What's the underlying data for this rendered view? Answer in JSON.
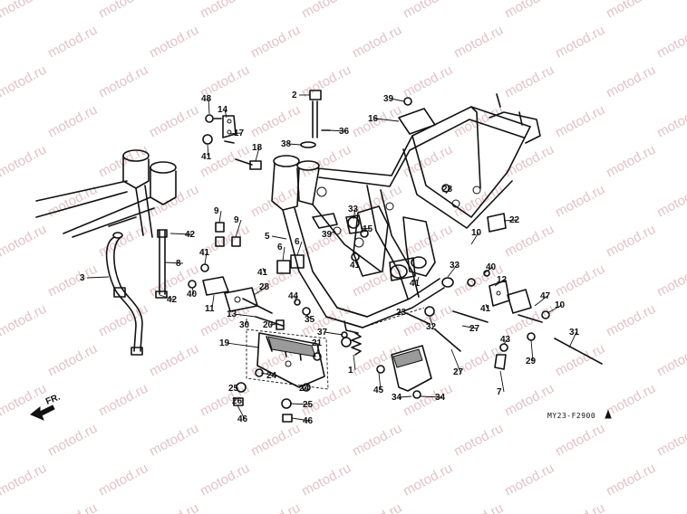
{
  "watermark": {
    "text": "motod.ru"
  },
  "drawing_code": "MY23-F2900",
  "drawing_code_suffix": "A",
  "direction": {
    "label": "FR."
  },
  "callouts": [
    {
      "id": "c48",
      "label": "48"
    },
    {
      "id": "c14",
      "label": "14"
    },
    {
      "id": "c17",
      "label": "17"
    },
    {
      "id": "c41a",
      "label": "41"
    },
    {
      "id": "c18",
      "label": "18"
    },
    {
      "id": "c2",
      "label": "2"
    },
    {
      "id": "c38",
      "label": "38"
    },
    {
      "id": "c36",
      "label": "36"
    },
    {
      "id": "c39",
      "label": "39"
    },
    {
      "id": "c16",
      "label": "16"
    },
    {
      "id": "c28a",
      "label": "28"
    },
    {
      "id": "c33a",
      "label": "33"
    },
    {
      "id": "c15",
      "label": "15"
    },
    {
      "id": "c22",
      "label": "22"
    },
    {
      "id": "c9a",
      "label": "9"
    },
    {
      "id": "c9b",
      "label": "9"
    },
    {
      "id": "c5",
      "label": "5"
    },
    {
      "id": "c6a",
      "label": "6"
    },
    {
      "id": "c6b",
      "label": "6"
    },
    {
      "id": "c39b",
      "label": "39"
    },
    {
      "id": "c41b",
      "label": "41"
    },
    {
      "id": "c10a",
      "label": "10"
    },
    {
      "id": "c40a",
      "label": "40"
    },
    {
      "id": "c33b",
      "label": "33"
    },
    {
      "id": "c12",
      "label": "12"
    },
    {
      "id": "c41c",
      "label": "41"
    },
    {
      "id": "c42a",
      "label": "42"
    },
    {
      "id": "c8",
      "label": "8"
    },
    {
      "id": "c41d",
      "label": "41"
    },
    {
      "id": "c3",
      "label": "3"
    },
    {
      "id": "c40b",
      "label": "40"
    },
    {
      "id": "c11",
      "label": "11"
    },
    {
      "id": "c42b",
      "label": "42"
    },
    {
      "id": "c41e",
      "label": "41"
    },
    {
      "id": "c28b",
      "label": "28"
    },
    {
      "id": "c44",
      "label": "44"
    },
    {
      "id": "c13",
      "label": "13"
    },
    {
      "id": "c35",
      "label": "35"
    },
    {
      "id": "c30",
      "label": "30"
    },
    {
      "id": "c20",
      "label": "20"
    },
    {
      "id": "c23",
      "label": "23"
    },
    {
      "id": "c32",
      "label": "32"
    },
    {
      "id": "c41f",
      "label": "41"
    },
    {
      "id": "c47",
      "label": "47"
    },
    {
      "id": "c10b",
      "label": "10"
    },
    {
      "id": "c27a",
      "label": "27"
    },
    {
      "id": "c37",
      "label": "37"
    },
    {
      "id": "c19",
      "label": "19"
    },
    {
      "id": "c21",
      "label": "21"
    },
    {
      "id": "c31",
      "label": "31"
    },
    {
      "id": "c24a",
      "label": "24"
    },
    {
      "id": "c1",
      "label": "1"
    },
    {
      "id": "c43",
      "label": "43"
    },
    {
      "id": "c29",
      "label": "29"
    },
    {
      "id": "c27b",
      "label": "27"
    },
    {
      "id": "c24b",
      "label": "24"
    },
    {
      "id": "c25a",
      "label": "25"
    },
    {
      "id": "c45",
      "label": "45"
    },
    {
      "id": "c7",
      "label": "7"
    },
    {
      "id": "c26",
      "label": "26"
    },
    {
      "id": "c34a",
      "label": "34"
    },
    {
      "id": "c34b",
      "label": "34"
    },
    {
      "id": "c25b",
      "label": "25"
    },
    {
      "id": "c46a",
      "label": "46"
    },
    {
      "id": "c46b",
      "label": "46"
    }
  ]
}
